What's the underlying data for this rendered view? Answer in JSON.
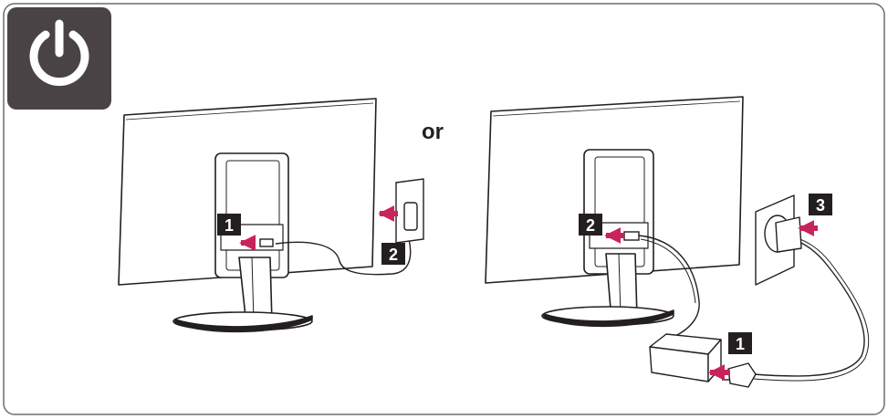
{
  "power_icon": {
    "name": "power-icon",
    "bg_color": "#4a4345",
    "fg_color": "#ffffff"
  },
  "connector_word": "or",
  "accent_color": "#c8245a",
  "badge_color": "#231f20",
  "left_setup": {
    "badges": [
      {
        "label": "1"
      },
      {
        "label": "2"
      }
    ]
  },
  "right_setup": {
    "badges": [
      {
        "label": "2"
      },
      {
        "label": "3"
      },
      {
        "label": "1"
      }
    ]
  }
}
